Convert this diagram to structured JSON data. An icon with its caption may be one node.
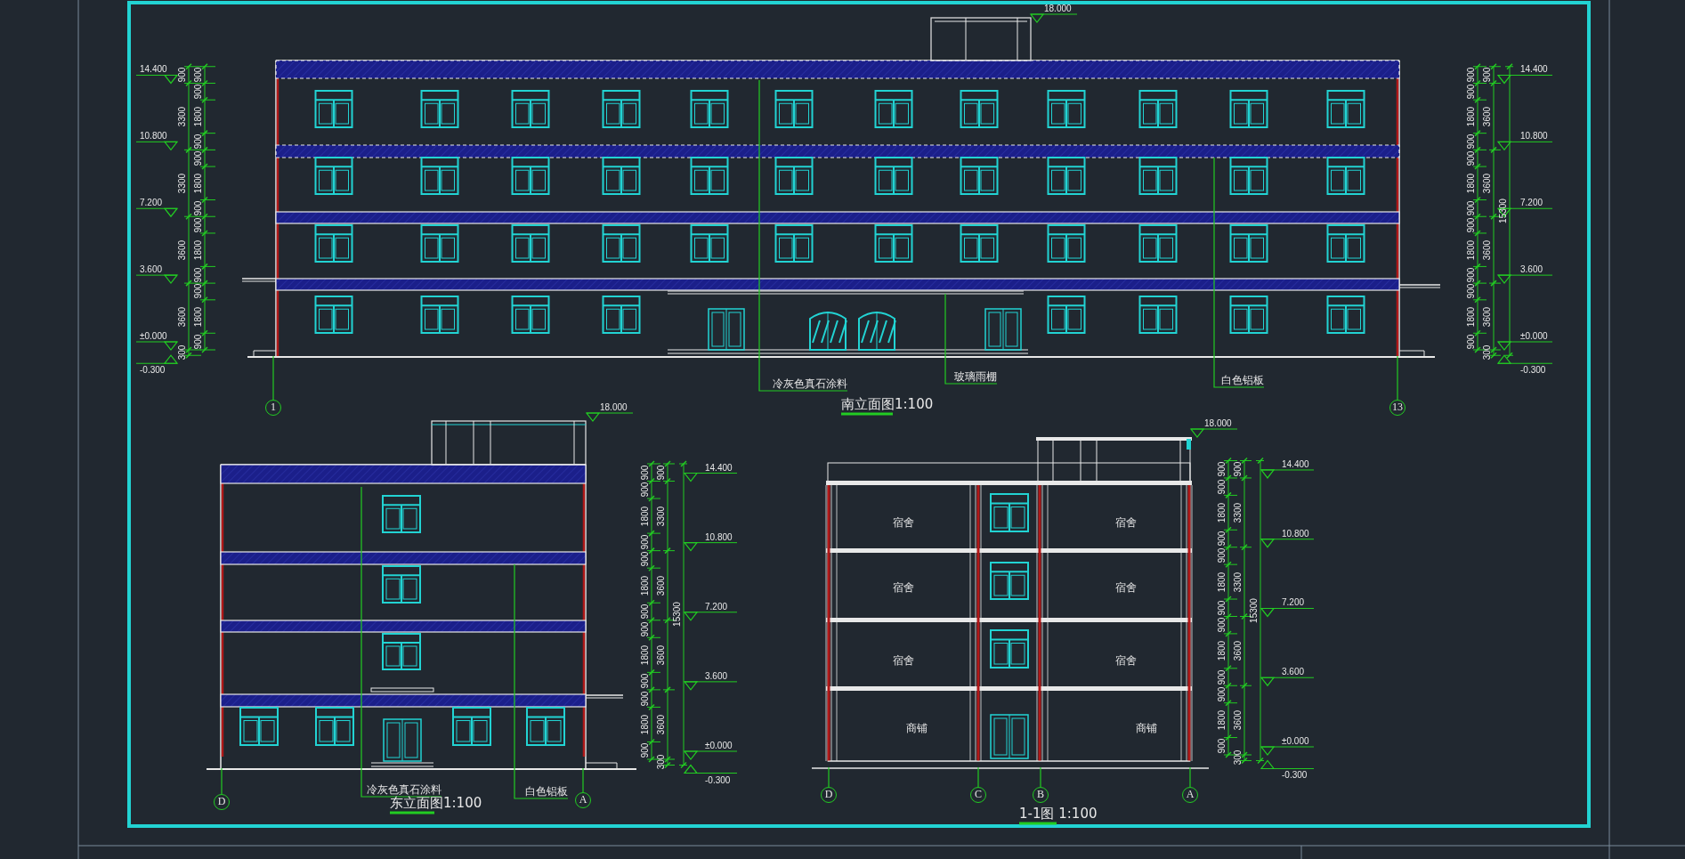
{
  "diagram": {
    "nodes": [
      {
        "text": [
          "1"
        ]
      },
      {
        "text": [
          "13"
        ]
      },
      {
        "text": [
          "冷灰色真石涂料"
        ]
      },
      {
        "text": [
          "玻璃雨棚"
        ]
      },
      {
        "text": [
          "白色铝板"
        ]
      },
      {
        "text": [
          "D"
        ]
      },
      {
        "text": [
          "A"
        ]
      },
      {
        "text": [
          "冷灰色真石涂料"
        ]
      },
      {
        "text": [
          "白色铝板"
        ]
      },
      {
        "text": [
          "D"
        ]
      },
      {
        "text": [
          "C"
        ]
      },
      {
        "text": [
          "B"
        ]
      },
      {
        "text": [
          "A"
        ]
      },
      {
        "text": [],
        "shape": "picture"
      },
      {
        "text": [],
        "shape": "picture"
      },
      {
        "text": [],
        "shape": "picture"
      }
    ],
    "edges": [
      {
        "from": 0,
        "to": 13,
        "arrow": "none"
      },
      {
        "from": 1,
        "to": 13,
        "arrow": "none"
      },
      {
        "from": 2,
        "to": 13,
        "arrow": "none"
      },
      {
        "from": 3,
        "to": 13,
        "arrow": "none"
      },
      {
        "from": 4,
        "to": 13,
        "arrow": "none"
      },
      {
        "from": 5,
        "to": 14,
        "arrow": "none"
      },
      {
        "from": 6,
        "to": 14,
        "arrow": "none"
      },
      {
        "from": 7,
        "to": 14,
        "arrow": "none"
      },
      {
        "from": 8,
        "to": 14,
        "arrow": "none"
      },
      {
        "from": 9,
        "to": 15,
        "arrow": "none"
      },
      {
        "from": 10,
        "to": 15,
        "arrow": "none"
      },
      {
        "from": 11,
        "to": 15,
        "arrow": "none"
      },
      {
        "from": 12,
        "to": 15,
        "arrow": "none"
      }
    ],
    "labels": [
      "18.000",
      "14.400",
      "10.800",
      "7.200",
      "3.600",
      "±0.000",
      "-0.300",
      "900",
      "3300",
      "3300",
      "3600",
      "3600",
      "300",
      "900",
      "900",
      "1800",
      "900",
      "900",
      "1800",
      "900",
      "900",
      "1800",
      "900",
      "900",
      "1800",
      "900",
      "900",
      "900",
      "1800",
      "900",
      "900",
      "1800",
      "900",
      "900",
      "1800",
      "900",
      "900",
      "1800",
      "900",
      "900",
      "3600",
      "3600",
      "3600",
      "3600",
      "300",
      "15300",
      "14.400",
      "10.800",
      "7.200",
      "3.600",
      "±0.000",
      "-0.300",
      "南立面图1:100",
      "18.000",
      "900",
      "900",
      "1800",
      "900",
      "900",
      "1800",
      "900",
      "900",
      "1800",
      "900",
      "900",
      "1800",
      "900",
      "900",
      "3300",
      "3600",
      "3600",
      "3600",
      "300",
      "15300",
      "14.400",
      "10.800",
      "7.200",
      "3.600",
      "±0.000",
      "-0.300",
      "东立面图1:100",
      "18.000",
      "宿舍",
      "宿舍",
      "宿舍",
      "宿舍",
      "宿舍",
      "宿舍",
      "商铺",
      "商铺",
      "900",
      "900",
      "1800",
      "900",
      "900",
      "1800",
      "900",
      "900",
      "1800",
      "900",
      "900",
      "1800",
      "900",
      "900",
      "3300",
      "3300",
      "3600",
      "3600",
      "300",
      "15300",
      "14.400",
      "10.800",
      "7.200",
      "3.600",
      "±0.000",
      "-0.300",
      "1-1图 1:100"
    ]
  }
}
